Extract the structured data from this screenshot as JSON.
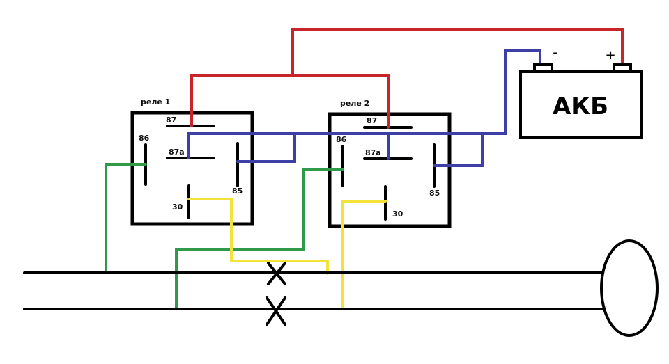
{
  "relay1": {
    "title": "реле 1",
    "pins": {
      "p87": "87",
      "p87a": "87a",
      "p86": "86",
      "p85": "85",
      "p30": "30"
    }
  },
  "relay2": {
    "title": "реле 2",
    "pins": {
      "p87": "87",
      "p87a": "87a",
      "p86": "86",
      "p85": "85",
      "p30": "30"
    }
  },
  "battery": {
    "label": "АКБ",
    "minus": "-",
    "plus": "+"
  },
  "colors": {
    "red": "#c8242c",
    "blue": "#3b3fa6",
    "green": "#2e9a4a",
    "yellow": "#f2e23a",
    "black": "#000000"
  }
}
